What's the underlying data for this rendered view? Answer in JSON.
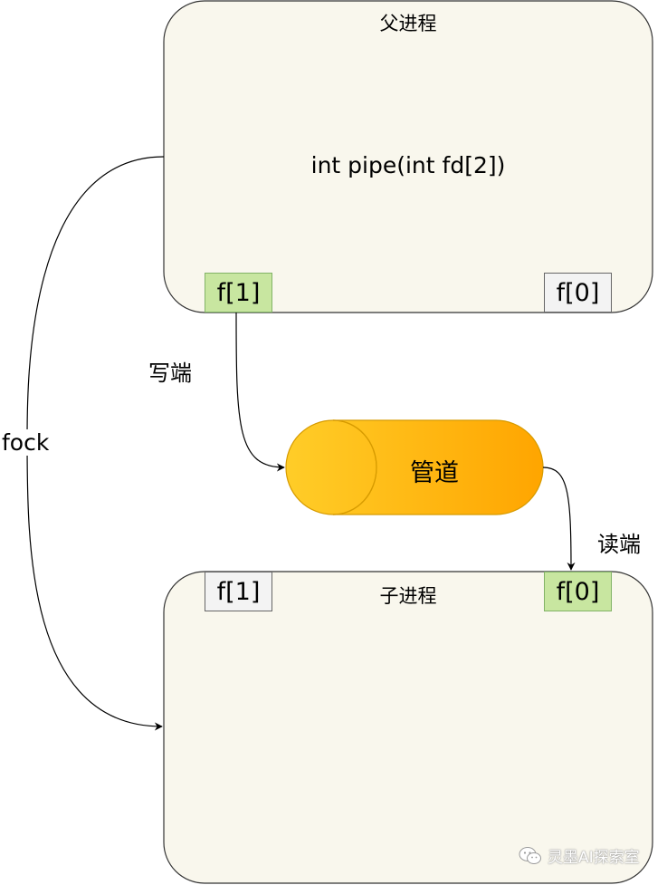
{
  "parent_process": {
    "title": "父进程",
    "code": "int pipe(int fd[2])",
    "fd_write": "f[1]",
    "fd_read": "f[0]"
  },
  "child_process": {
    "title": "子进程",
    "fd_write": "f[1]",
    "fd_read": "f[0]"
  },
  "pipe": {
    "label": "管道"
  },
  "edges": {
    "write_end": "写端",
    "read_end": "读端",
    "fork": "fock"
  },
  "colors": {
    "process_fill": "#f9f7ed",
    "process_stroke": "#333333",
    "active_fd_fill": "#c8e6a0",
    "inactive_fd_fill": "#f3f3f3",
    "pipe_gradient_start": "#ffcd28",
    "pipe_gradient_end": "#ffa500"
  },
  "watermark": {
    "text": "灵墨AI探索室"
  }
}
